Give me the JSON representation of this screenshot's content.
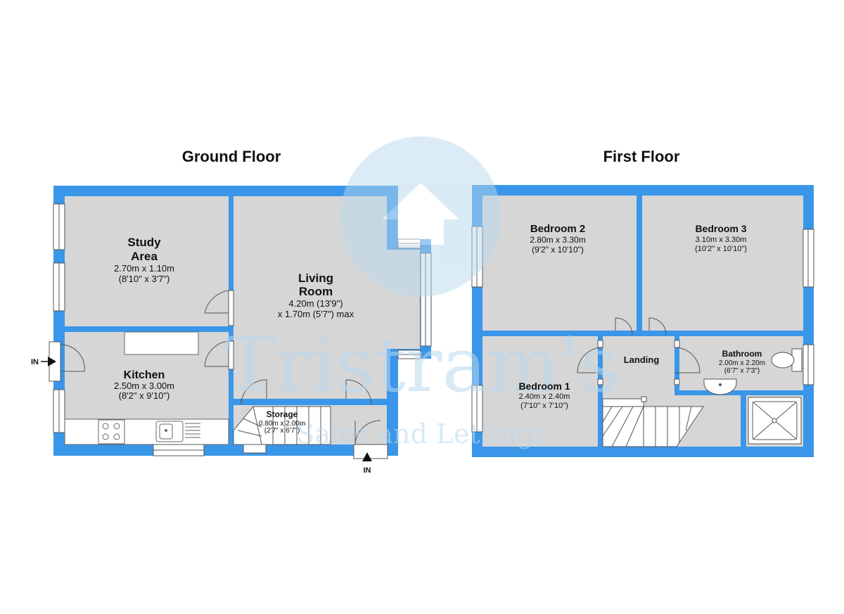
{
  "floors": {
    "ground": {
      "title": "Ground Floor",
      "rooms": {
        "study": {
          "name_line1": "Study",
          "name_line2": "Area",
          "dim_m": "2.70m x 1.10m",
          "dim_ft": "(8'10\" x 3'7\")"
        },
        "living": {
          "name_line1": "Living",
          "name_line2": "Room",
          "dim_line1": "4.20m (13'9\")",
          "dim_line2": "x 1.70m (5'7\") max"
        },
        "kitchen": {
          "name": "Kitchen",
          "dim_m": "2.50m x 3.00m",
          "dim_ft": "(8'2\" x 9'10\")"
        },
        "storage": {
          "name": "Storage",
          "dim_m": "0.80m x 2.00m",
          "dim_ft": "(2'7\" x 6'7\")"
        }
      },
      "entrances": {
        "side": "IN",
        "front": "IN"
      }
    },
    "first": {
      "title": "First Floor",
      "rooms": {
        "bedroom2": {
          "name": "Bedroom 2",
          "dim_m": "2.80m x 3.30m",
          "dim_ft": "(9'2\" x 10'10\")"
        },
        "bedroom3": {
          "name": "Bedroom 3",
          "dim_m": "3.10m x 3.30m",
          "dim_ft": "(10'2\" x 10'10\")"
        },
        "bedroom1": {
          "name": "Bedroom 1",
          "dim_m": "2.40m x 2.40m",
          "dim_ft": "(7'10\" x 7'10\")"
        },
        "bathroom": {
          "name": "Bathroom",
          "dim_m": "2.00m x 2.20m",
          "dim_ft": "(6'7\" x 7'3\")"
        },
        "landing": {
          "name": "Landing"
        }
      }
    }
  },
  "watermark": {
    "brand": "Tristram's",
    "tagline": "Sales and Lettings",
    "icon": "house-logo-icon"
  },
  "colors": {
    "wall": "#3a96e8",
    "room_fill": "#d6d6d6",
    "window_fill": "#ffffff",
    "watermark": "#b9d9ee"
  }
}
